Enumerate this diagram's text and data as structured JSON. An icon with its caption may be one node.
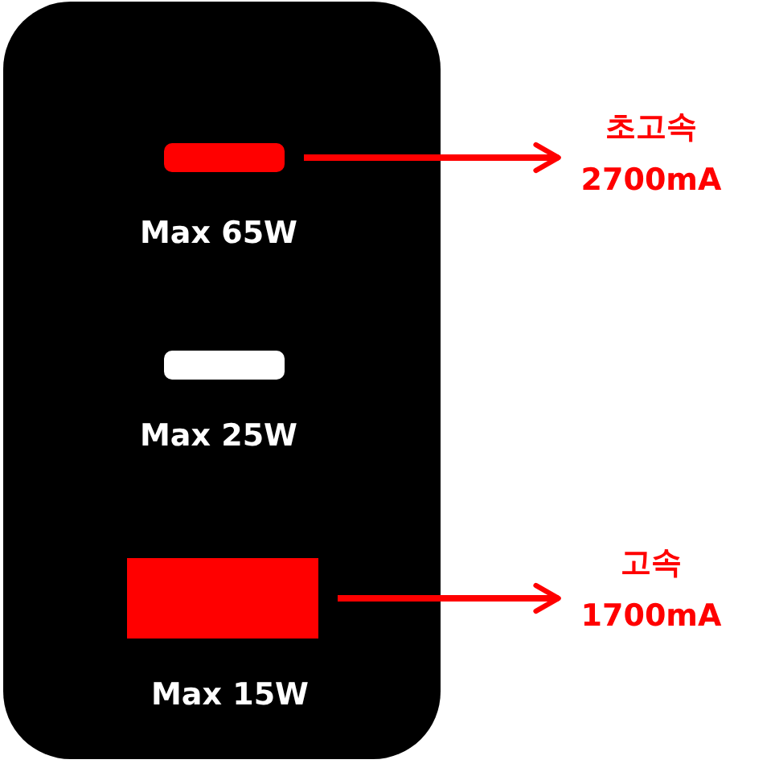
{
  "diagram": {
    "nodes": [
      {
        "text": [],
        "shape": "box"
      },
      {
        "text": [],
        "shape": "bar",
        "in": 0,
        "beside": [
          "Max 65W"
        ]
      },
      {
        "text": [],
        "shape": "bar",
        "in": 0,
        "beside": [
          "Max 25W"
        ]
      },
      {
        "text": [],
        "shape": "box",
        "in": 0,
        "beside": [
          "Max 15W"
        ]
      },
      {
        "text": [
          "초고속",
          "2700mA"
        ]
      },
      {
        "text": [
          "고속",
          "1700mA"
        ]
      }
    ],
    "edges": [
      {
        "from": 1,
        "to": 4,
        "arrow": "to"
      },
      {
        "from": 3,
        "to": 5,
        "arrow": "to"
      }
    ]
  }
}
